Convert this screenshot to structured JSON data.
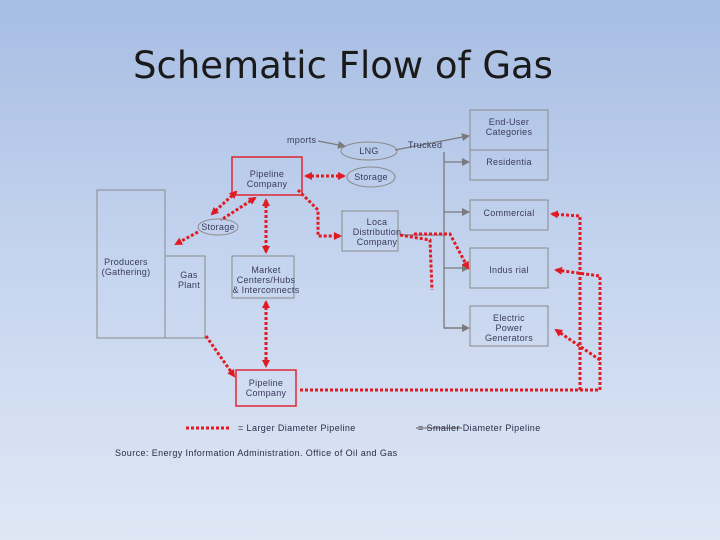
{
  "title": "Schematic Flow of Gas",
  "labels": {
    "imports": "mports",
    "lng": "LNG",
    "trucked": "Trucked",
    "end_user_l1": "End-User",
    "end_user_l2": "Categories",
    "pipeline_top_l1": "Pipeline",
    "pipeline_top_l2": "Company",
    "storage_top": "Storage",
    "residential": "Residentia",
    "commercial": "Commercial",
    "storage_left": "Storage",
    "ldc_l1": "Loca",
    "ldc_l2": "Distribution",
    "ldc_l3": "Company",
    "producers_l1": "Producers",
    "producers_l2": "(Gathering)",
    "gas_plant_l1": "Gas",
    "gas_plant_l2": "Plant",
    "market_l1": "Market",
    "market_l2": "Centers/Hubs",
    "market_l3": "& Interconnects",
    "industrial": "Indus rial",
    "electric_l1": "Electric",
    "electric_l2": "Power",
    "electric_l3": "Generators",
    "pipeline_bottom_l1": "Pipeline",
    "pipeline_bottom_l2": "Company"
  },
  "legend": {
    "large": "= Larger Diameter Pipeline",
    "small": "= Smaller Diameter Pipeline"
  },
  "source": "Source: Energy Information Administration. Office of Oil and Gas",
  "colors": {
    "large_pipe": "#e01b24",
    "small_pipe": "#8f8f8f",
    "box_border": "#8a8a8a",
    "highlight_border": "#e01b24"
  }
}
